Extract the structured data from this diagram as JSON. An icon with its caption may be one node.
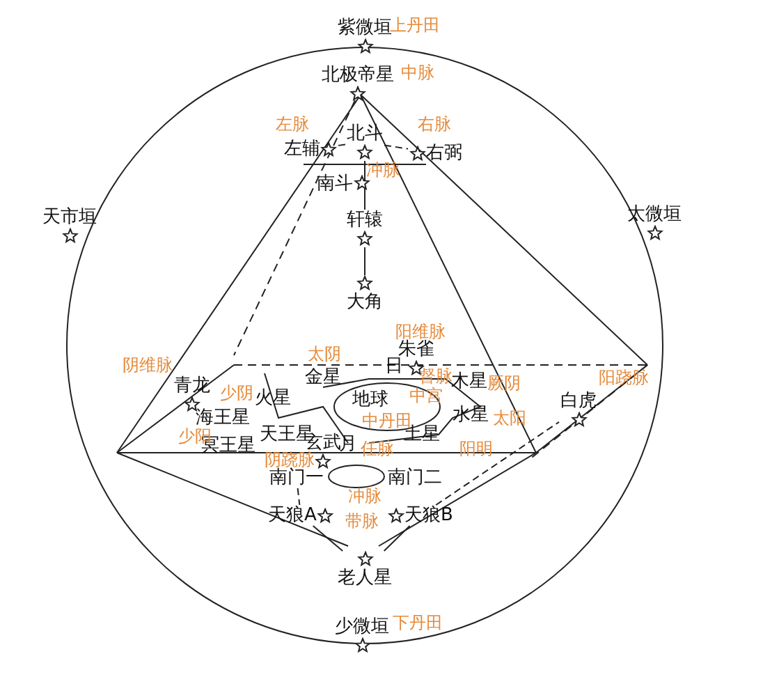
{
  "diagram": {
    "nodes": [
      {
        "text": [
          "紫微垣"
        ]
      },
      {
        "text": [
          "北极帝星"
        ]
      },
      {
        "text": [
          "左辅"
        ]
      },
      {
        "text": [
          "北斗"
        ]
      },
      {
        "text": [
          "右弼"
        ]
      },
      {
        "text": [
          "南斗"
        ]
      },
      {
        "text": [
          "天市垣"
        ]
      },
      {
        "text": [
          "太微垣"
        ]
      },
      {
        "text": [
          "轩辕"
        ]
      },
      {
        "text": [
          "大角"
        ]
      },
      {
        "text": [
          "青龙"
        ]
      },
      {
        "text": [
          "朱雀"
        ]
      },
      {
        "text": [
          "金星"
        ]
      },
      {
        "text": [
          "火星"
        ]
      },
      {
        "text": [
          "地球"
        ]
      },
      {
        "text": [
          "木星"
        ]
      },
      {
        "text": [
          "水星"
        ]
      },
      {
        "text": [
          "海王星"
        ]
      },
      {
        "text": [
          "天王星"
        ]
      },
      {
        "text": [
          "冥王星"
        ]
      },
      {
        "text": [
          "玄武"
        ]
      },
      {
        "text": [
          "日"
        ]
      },
      {
        "text": [
          "月"
        ]
      },
      {
        "text": [
          "土星"
        ]
      },
      {
        "text": [
          "白虎"
        ]
      },
      {
        "text": [
          "南门一"
        ]
      },
      {
        "text": [
          "南门二"
        ]
      },
      {
        "text": [
          "天狼A"
        ]
      },
      {
        "text": [
          "天狼B"
        ]
      },
      {
        "text": [
          "老人星"
        ]
      },
      {
        "text": [
          "少微垣"
        ]
      }
    ],
    "edges": [
      {
        "from": 2,
        "to": 3,
        "arrow": "none",
        "style": "dashed"
      },
      {
        "from": 3,
        "to": 4,
        "arrow": "none",
        "style": "dashed"
      },
      {
        "from": 3,
        "to": 8,
        "arrow": "none"
      },
      {
        "from": 8,
        "to": 9,
        "arrow": "none"
      },
      {
        "from": 25,
        "to": 27,
        "arrow": "none",
        "style": "dashed"
      },
      {
        "from": 28,
        "to": 24,
        "arrow": "none",
        "style": "dashed"
      },
      {
        "from": 27,
        "to": 29,
        "arrow": "none"
      },
      {
        "from": 28,
        "to": 29,
        "arrow": "none"
      }
    ],
    "labels": [
      "上丹田",
      "中脉",
      "左脉",
      "右脉",
      "冲脉",
      "阳维脉",
      "阴维脉",
      "太阴",
      "督脉",
      "少阴",
      "中宫",
      "厥阴",
      "中丹田",
      "阳跷脉",
      "太阳",
      "少阳",
      "阴跷脉",
      "任脉",
      "阳明",
      "冲脉",
      "带脉",
      "下丹田"
    ]
  }
}
